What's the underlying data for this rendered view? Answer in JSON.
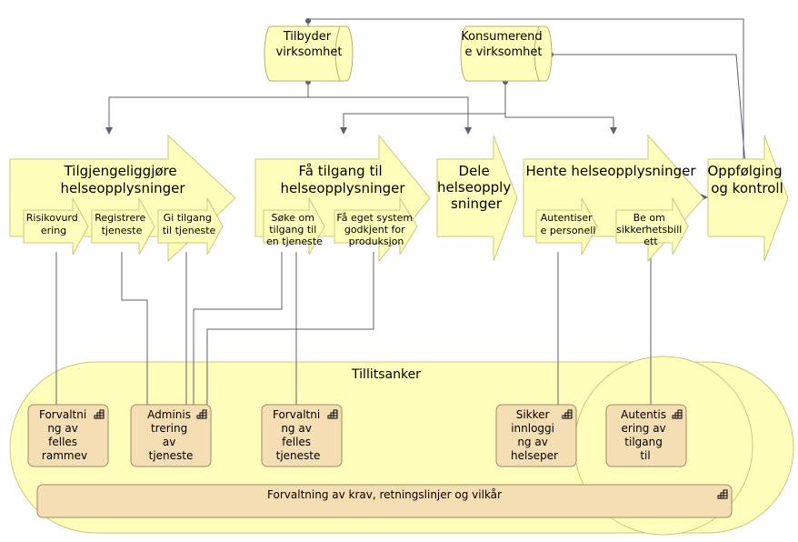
{
  "colors": {
    "fill_yellow": "#ffffbb",
    "stroke_yellow": "#c8c87a",
    "fill_tan": "#f5deb3",
    "stroke_tan": "#a08a60",
    "connector": "#5c6170"
  },
  "actors": {
    "tilbyder": [
      "Tilbyder",
      "virksomhet"
    ],
    "konsumerende": [
      "Konsumerend",
      "e virksomhet"
    ]
  },
  "processes": {
    "tilgjengeliggjore": [
      "Tilgjengeliggjøre",
      "helseopplysninger"
    ],
    "fa_tilgang": [
      "Få tilgang til",
      "helseopplysninger"
    ],
    "dele": [
      "Dele",
      "helseopply",
      "sninger"
    ],
    "hente": [
      "Hente helseopplysninger"
    ],
    "oppfolging": [
      "Oppfølging",
      "og kontroll"
    ]
  },
  "subprocesses": {
    "risikovurdering": [
      "Risikovurd",
      "ering"
    ],
    "registrere": [
      "Registrere",
      "tjeneste"
    ],
    "gi_tilgang": [
      "Gi tilgang",
      "til tjeneste"
    ],
    "soke": [
      "Søke om",
      "tilgang til",
      "en tjeneste"
    ],
    "fa_eget": [
      "Få eget system",
      "godkjent for",
      "produksjon"
    ],
    "autentisere": [
      "Autentiser",
      "e personell"
    ],
    "be_om": [
      "Be om",
      "sikkerhetsbill",
      "ett"
    ]
  },
  "tillitsanker": "Tillitsanker",
  "services": {
    "forvaltning_rammeverk": [
      "Forvaltni",
      "ng av",
      "felles",
      "rammev"
    ],
    "administrering": [
      "Adminis",
      "trering",
      "av",
      "tjeneste"
    ],
    "forvaltning_tjeneste": [
      "Forvaltni",
      "ng av",
      "felles",
      "tjeneste"
    ],
    "sikker_innlogging": [
      "Sikker",
      "innloggi",
      "ng av",
      "helseper"
    ],
    "autentisering": [
      "Autentis",
      "ering av",
      "tilgang",
      "til"
    ]
  },
  "bottom_service": "Forvaltning av krav, retningslinjer og vilkår"
}
